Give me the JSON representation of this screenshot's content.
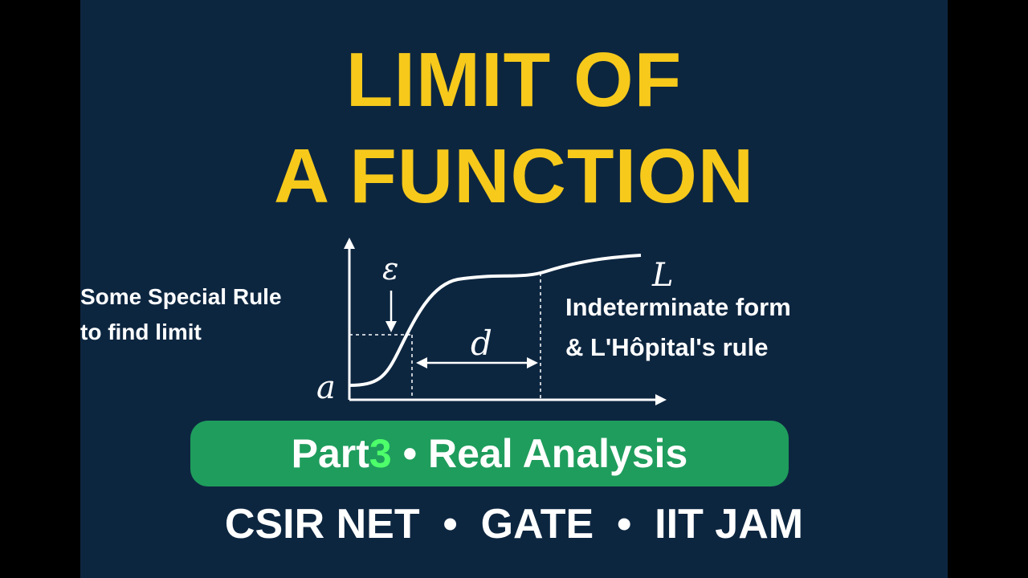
{
  "title": {
    "line1": "LIMIT OF",
    "line2": "A FUNCTION"
  },
  "notes": {
    "left_line1": "Some Special Rule",
    "left_line2": "to find limit",
    "right_line1": "Indeterminate form",
    "right_line2": "& L'Hôpital's rule"
  },
  "graph": {
    "epsilon_label": "ε",
    "d_label": "d",
    "a_label": "a",
    "L_label": "L"
  },
  "pill": {
    "part_text": "Part",
    "part_number": "3",
    "separator": " • ",
    "subject": "Real Analysis"
  },
  "footer": {
    "text": "CSIR NET  •  GATE  •  IIT JAM"
  },
  "colors": {
    "background": "#0d2640",
    "title": "#f6c91b",
    "pill": "#1f9d5c",
    "part_number": "#4dff6a"
  }
}
